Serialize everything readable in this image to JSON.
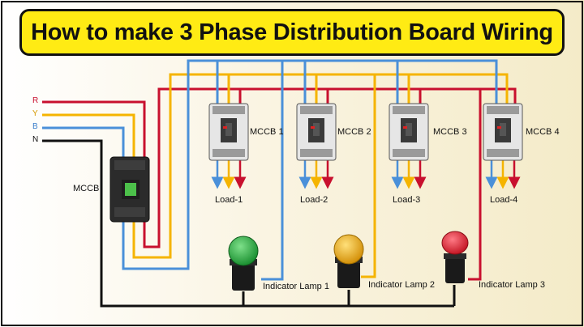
{
  "title": "How to make 3 Phase Distribution Board Wiring",
  "phases": [
    {
      "label": "R",
      "color": "#c8102e"
    },
    {
      "label": "Y",
      "color": "#f5b400"
    },
    {
      "label": "B",
      "color": "#4a90d9"
    },
    {
      "label": "N",
      "color": "#111111"
    }
  ],
  "main_breaker": {
    "label": "MCCB"
  },
  "breakers": [
    {
      "label": "MCCB 1",
      "load": "Load-1"
    },
    {
      "label": "MCCB 2",
      "load": "Load-2"
    },
    {
      "label": "MCCB 3",
      "load": "Load-3"
    },
    {
      "label": "MCCB 4",
      "load": "Load-4"
    }
  ],
  "lamps": [
    {
      "label": "Indicator Lamp 1",
      "color": "#1faa3a"
    },
    {
      "label": "Indicator Lamp 2",
      "color": "#f0a800"
    },
    {
      "label": "Indicator Lamp 3",
      "color": "#e4162a"
    }
  ],
  "colors": {
    "banner": "#ffeb14",
    "background": "#f7f0d8",
    "neutral": "#111111"
  }
}
